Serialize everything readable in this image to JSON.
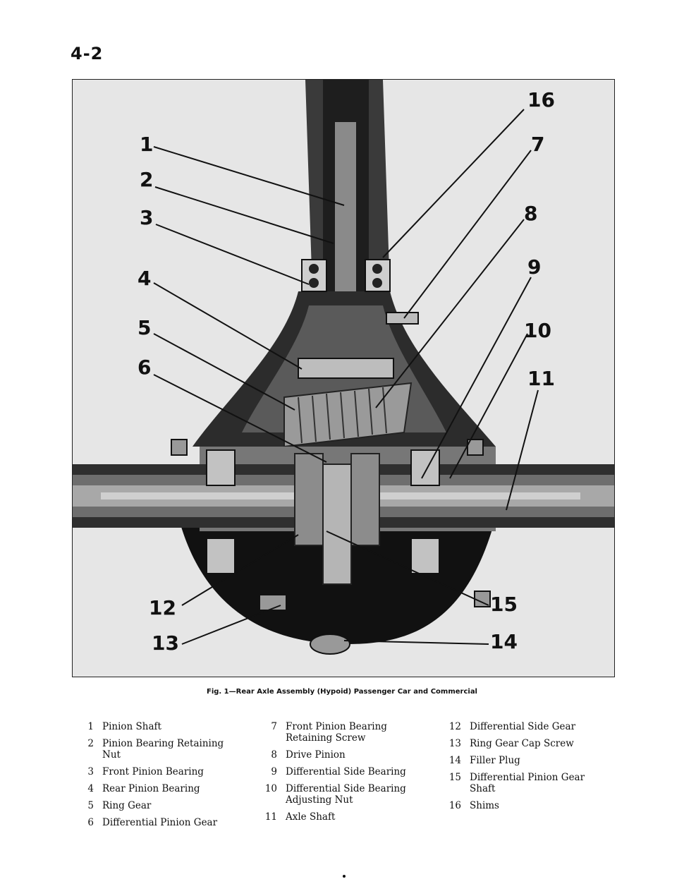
{
  "page_number": "4-2",
  "figure": {
    "caption": "Fig. 1—Rear Axle Assembly (Hypoid) Passenger Car and Commercial",
    "callouts": [
      "1",
      "2",
      "3",
      "4",
      "5",
      "6",
      "7",
      "8",
      "9",
      "10",
      "11",
      "12",
      "13",
      "14",
      "15",
      "16"
    ]
  },
  "legend": {
    "columns": [
      [
        {
          "num": "1",
          "text": "Pinion Shaft"
        },
        {
          "num": "2",
          "text": "Pinion Bearing Retaining Nut"
        },
        {
          "num": "3",
          "text": "Front Pinion Bearing"
        },
        {
          "num": "4",
          "text": "Rear Pinion Bearing"
        },
        {
          "num": "5",
          "text": "Ring Gear"
        },
        {
          "num": "6",
          "text": "Differential Pinion Gear"
        }
      ],
      [
        {
          "num": "7",
          "text": "Front Pinion Bearing Retaining Screw"
        },
        {
          "num": "8",
          "text": "Drive Pinion"
        },
        {
          "num": "9",
          "text": "Differential Side Bearing"
        },
        {
          "num": "10",
          "text": "Differential Side Bearing Adjusting Nut"
        },
        {
          "num": "11",
          "text": "Axle Shaft"
        }
      ],
      [
        {
          "num": "12",
          "text": "Differential Side Gear"
        },
        {
          "num": "13",
          "text": "Ring Gear Cap Screw"
        },
        {
          "num": "14",
          "text": "Filler Plug"
        },
        {
          "num": "15",
          "text": "Differential Pinion Gear Shaft"
        },
        {
          "num": "16",
          "text": "Shims"
        }
      ]
    ]
  }
}
